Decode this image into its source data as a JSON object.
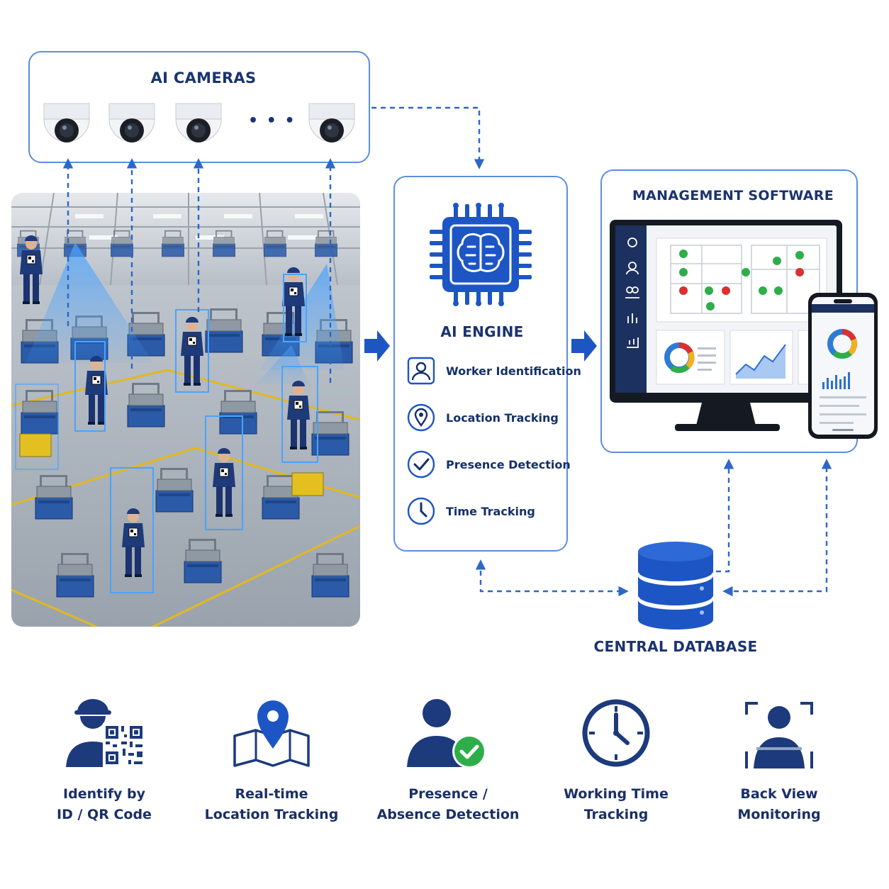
{
  "cameras": {
    "title": "AI CAMERAS",
    "count_visible": 4,
    "ellipsis": "• • •",
    "camera_icon": "dome-camera-icon"
  },
  "factory": {
    "image": "factory-floor-scene",
    "tracked_workers": 7,
    "detection_color": "#4aa3ff"
  },
  "engine": {
    "title": "AI ENGINE",
    "icon": "ai-brain-chip-icon",
    "features": [
      {
        "label": "Worker Identification",
        "icon": "person-id-icon"
      },
      {
        "label": "Location Tracking",
        "icon": "location-pin-icon"
      },
      {
        "label": "Presence Detection",
        "icon": "check-circle-icon"
      },
      {
        "label": "Time Tracking",
        "icon": "clock-icon"
      }
    ]
  },
  "management": {
    "title": "MANAGEMENT SOFTWARE",
    "monitor_icon": "desktop-monitor-icon",
    "phone_icon": "smartphone-icon"
  },
  "database": {
    "title": "CENTRAL DATABASE",
    "icon": "database-icon"
  },
  "bottom": [
    {
      "line1": "Identify by",
      "line2": "ID / QR Code",
      "icon": "worker-qr-code-icon"
    },
    {
      "line1": "Real-time",
      "line2": "Location Tracking",
      "icon": "map-location-icon"
    },
    {
      "line1": "Presence /",
      "line2": "Absence Detection",
      "icon": "person-check-icon"
    },
    {
      "line1": "Working Time",
      "line2": "Tracking",
      "icon": "clock-icon"
    },
    {
      "line1": "Back View",
      "line2": "Monitoring",
      "icon": "back-view-frame-icon"
    }
  ],
  "colors": {
    "primary_dark": "#14306b",
    "accent_blue": "#1d55c4",
    "border_blue": "#5b8fdc",
    "success_green": "#2eae4a",
    "alert_red": "#d93030"
  }
}
